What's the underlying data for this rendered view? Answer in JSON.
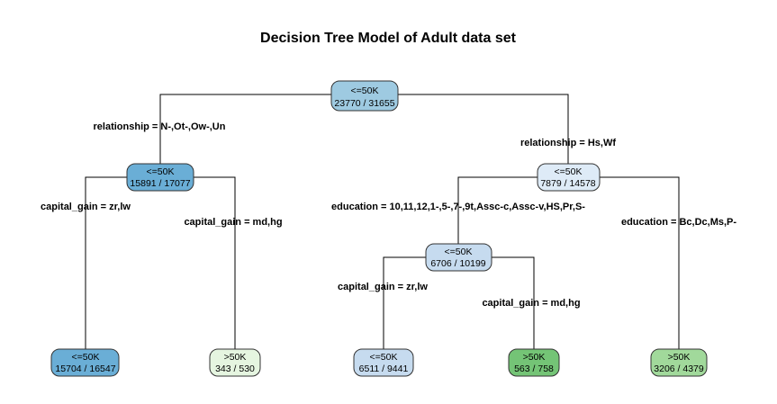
{
  "title": "Decision Tree Model of Adult data set",
  "colors": {
    "le50k_dark": "#6aaed6",
    "le50k_mid": "#9ecae1",
    "le50k_light": "#c6dbef",
    "le50k_pale": "#deebf7",
    "gt50k_pale": "#e5f5e0",
    "gt50k_light": "#a1d99b",
    "gt50k_dark": "#74c476"
  },
  "nodes": {
    "root": {
      "label": "<=50K",
      "counts": "23770 / 31655"
    },
    "left": {
      "label": "<=50K",
      "counts": "15891 / 17077"
    },
    "right": {
      "label": "<=50K",
      "counts": "7879 / 14578"
    },
    "right_left": {
      "label": "<=50K",
      "counts": "6706 / 10199"
    },
    "leaf1": {
      "label": "<=50K",
      "counts": "15704 / 16547"
    },
    "leaf2": {
      "label": ">50K",
      "counts": "343 / 530"
    },
    "leaf3": {
      "label": "<=50K",
      "counts": "6511 / 9441"
    },
    "leaf4": {
      "label": ">50K",
      "counts": "563 / 758"
    },
    "leaf5": {
      "label": ">50K",
      "counts": "3206 / 4379"
    }
  },
  "splits": {
    "root_left": "relationship = N-,Ot-,Ow-,Un",
    "root_right": "relationship = Hs,Wf",
    "left_left": "capital_gain = zr,lw",
    "left_right": "capital_gain = md,hg",
    "right_left": "education = 10,11,12,1-,5-,7-,9t,Assc-c,Assc-v,HS,Pr,S-",
    "right_right": "education = Bc,Dc,Ms,P-",
    "right_left_left": "capital_gain = zr,lw",
    "right_left_right": "capital_gain = md,hg"
  }
}
